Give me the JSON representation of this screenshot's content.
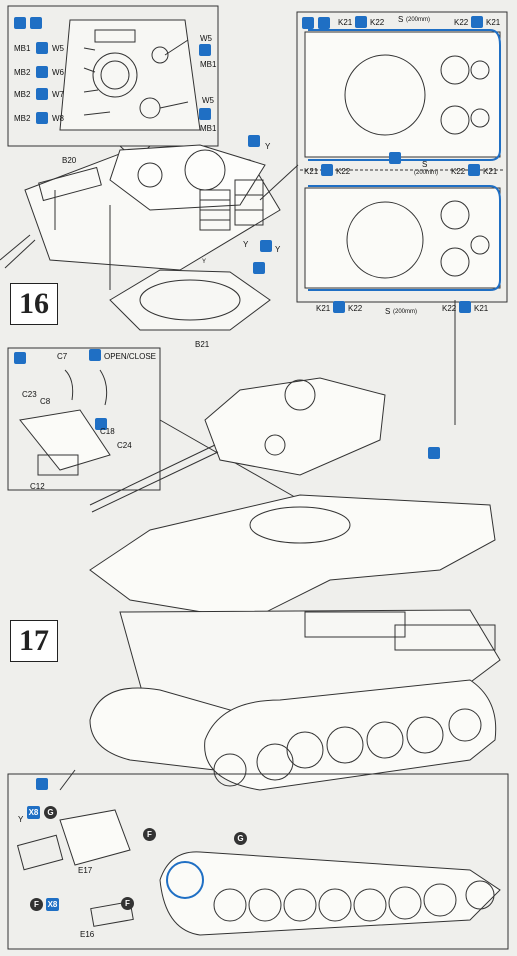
{
  "step16": {
    "number": "16",
    "left_panel": {
      "rows": [
        {
          "mb": "MB1",
          "w": "W5"
        },
        {
          "mb": "MB2",
          "w": "W6"
        },
        {
          "mb": "MB2",
          "w": "W7"
        },
        {
          "mb": "MB2",
          "w": "W8"
        }
      ],
      "right_labels": [
        {
          "w": "W5",
          "mb": "MB1"
        },
        {
          "w": "W5",
          "mb": "MB1"
        }
      ]
    },
    "hull_labels": {
      "b20": "B20",
      "b21": "B21",
      "y1": "Y",
      "y2": "Y",
      "y3": "Y",
      "part_ref": "Y"
    },
    "right_panel": {
      "top": {
        "k21a": "K21",
        "k22a": "K22",
        "s": "S",
        "s_note": "(200mm)",
        "k22b": "K22",
        "k21b": "K21"
      },
      "mid": {
        "k21a": "K21",
        "k22a": "K22",
        "s": "S",
        "s_note": "(200mm)",
        "k22b": "K22",
        "k21b": "K21"
      },
      "bot": {
        "k21a": "K21",
        "k22a": "K22",
        "s": "S",
        "s_note": "(200mm)",
        "k22b": "K22",
        "k21b": "K21"
      }
    },
    "sub_panel": {
      "c7": "C7",
      "open_close": "OPEN/CLOSE",
      "c23": "C23",
      "c8": "C8",
      "c18": "C18",
      "c24": "C24",
      "c12": "C12"
    }
  },
  "step17": {
    "number": "17",
    "track_panel": {
      "y": "Y",
      "x8": "X8",
      "g1": "G",
      "e17": "E17",
      "e16": "E16",
      "f1": "F",
      "x8b": "X8",
      "g2": "G",
      "f2": "F",
      "f3": "F"
    }
  },
  "colors": {
    "accent": "#1f6fc4",
    "line": "#333333",
    "paper": "#efefec"
  }
}
